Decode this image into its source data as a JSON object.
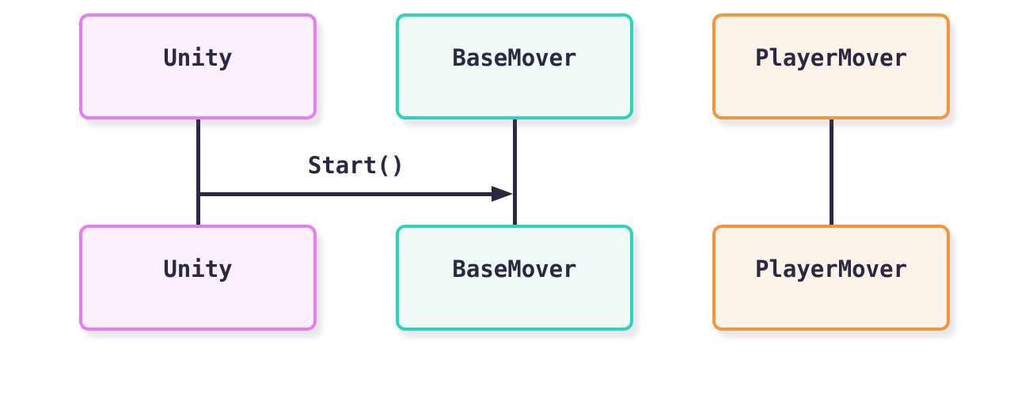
{
  "diagram": {
    "type": "sequence",
    "background_color": "#ffffff",
    "line_color": "#2b2842",
    "actors": [
      {
        "id": "unity",
        "label": "Unity",
        "border_color": "#e87cf3",
        "fill_color": "#fcf0fd"
      },
      {
        "id": "basemover",
        "label": "BaseMover",
        "border_color": "#2dd4b8",
        "fill_color": "#eefbf7"
      },
      {
        "id": "playermover",
        "label": "PlayerMover",
        "border_color": "#f7953e",
        "fill_color": "#fdf3e9"
      }
    ],
    "messages": [
      {
        "label": "Start()",
        "from": "Unity",
        "to": "BaseMover",
        "style": "solid",
        "head": "filled-arrow"
      }
    ]
  }
}
